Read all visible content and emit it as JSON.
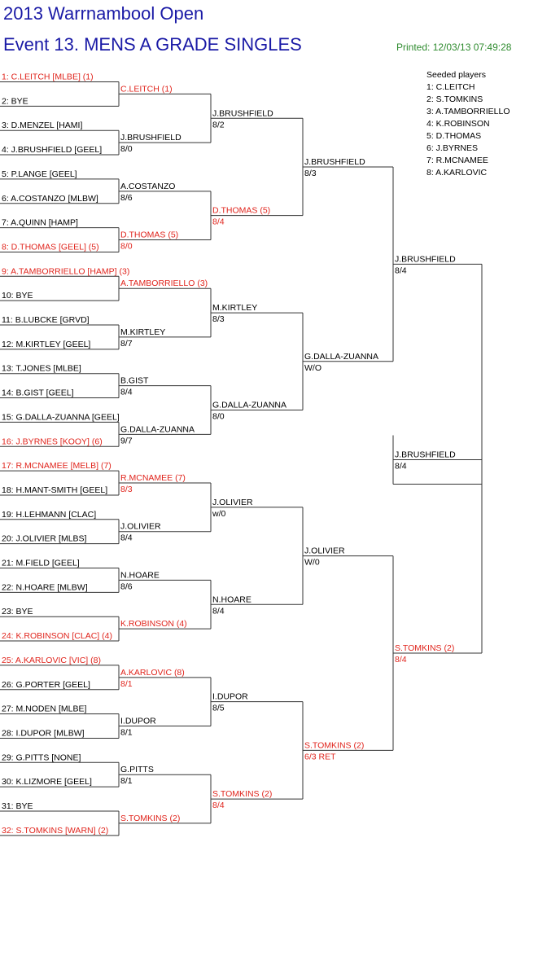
{
  "header": {
    "title": "2013 Warrnambool Open",
    "event": "Event 13. MENS A GRADE SINGLES",
    "printed": "Printed: 12/03/13 07:49:28"
  },
  "seeds": {
    "heading": "Seeded players",
    "list": [
      "1: C.LEITCH",
      "2: S.TOMKINS",
      "3: A.TAMBORRIELLO",
      "4: K.ROBINSON",
      "5: D.THOMAS",
      "6: J.BYRNES",
      "7: R.MCNAMEE",
      "8: A.KARLOVIC"
    ]
  },
  "colors": {
    "seeded": "#e0241c",
    "normal": "#000000",
    "title": "#1a1aa6",
    "printed": "#2e8b2e"
  },
  "rounds": [
    [
      {
        "name": "1: C.LEITCH [MLBE] (1)",
        "red": true
      },
      {
        "name": "2: BYE",
        "red": false
      },
      {
        "name": "3: D.MENZEL [HAMI]",
        "red": false
      },
      {
        "name": "4: J.BRUSHFIELD [GEEL]",
        "red": false
      },
      {
        "name": "5: P.LANGE [GEEL]",
        "red": false
      },
      {
        "name": "6: A.COSTANZO [MLBW]",
        "red": false
      },
      {
        "name": "7: A.QUINN [HAMP]",
        "red": false
      },
      {
        "name": "8: D.THOMAS [GEEL] (5)",
        "red": true
      },
      {
        "name": "9: A.TAMBORRIELLO [HAMP] (3)",
        "red": true
      },
      {
        "name": "10: BYE",
        "red": false
      },
      {
        "name": "11: B.LUBCKE [GRVD]",
        "red": false
      },
      {
        "name": "12: M.KIRTLEY [GEEL]",
        "red": false
      },
      {
        "name": "13: T.JONES [MLBE]",
        "red": false
      },
      {
        "name": "14: B.GIST [GEEL]",
        "red": false
      },
      {
        "name": "15: G.DALLA-ZUANNA [GEEL]",
        "red": false
      },
      {
        "name": "16: J.BYRNES [KOOY] (6)",
        "red": true
      },
      {
        "name": "17: R.MCNAMEE [MELB] (7)",
        "red": true
      },
      {
        "name": "18: H.MANT-SMITH [GEEL]",
        "red": false
      },
      {
        "name": "19: H.LEHMANN [CLAC]",
        "red": false
      },
      {
        "name": "20: J.OLIVIER [MLBS]",
        "red": false
      },
      {
        "name": "21: M.FIELD [GEEL]",
        "red": false
      },
      {
        "name": "22: N.HOARE [MLBW]",
        "red": false
      },
      {
        "name": "23: BYE",
        "red": false
      },
      {
        "name": "24: K.ROBINSON [CLAC] (4)",
        "red": true
      },
      {
        "name": "25: A.KARLOVIC [VIC] (8)",
        "red": true
      },
      {
        "name": "26: G.PORTER [GEEL]",
        "red": false
      },
      {
        "name": "27: M.NODEN [MLBE]",
        "red": false
      },
      {
        "name": "28: I.DUPOR [MLBW]",
        "red": false
      },
      {
        "name": "29: G.PITTS [NONE]",
        "red": false
      },
      {
        "name": "30: K.LIZMORE [GEEL]",
        "red": false
      },
      {
        "name": "31: BYE",
        "red": false
      },
      {
        "name": "32: S.TOMKINS [WARN] (2)",
        "red": true
      }
    ],
    [
      {
        "name": "C.LEITCH (1)",
        "score": "",
        "red": true
      },
      {
        "name": "J.BRUSHFIELD",
        "score": "8/0",
        "red": false
      },
      {
        "name": "A.COSTANZO",
        "score": "8/6",
        "red": false
      },
      {
        "name": "D.THOMAS (5)",
        "score": "8/0",
        "red": true
      },
      {
        "name": "A.TAMBORRIELLO (3)",
        "score": "",
        "red": true
      },
      {
        "name": "M.KIRTLEY",
        "score": "8/7",
        "red": false
      },
      {
        "name": "B.GIST",
        "score": "8/4",
        "red": false
      },
      {
        "name": "G.DALLA-ZUANNA",
        "score": "9/7",
        "red": false
      },
      {
        "name": "R.MCNAMEE (7)",
        "score": "8/3",
        "red": true
      },
      {
        "name": "J.OLIVIER",
        "score": "8/4",
        "red": false
      },
      {
        "name": "N.HOARE",
        "score": "8/6",
        "red": false
      },
      {
        "name": "K.ROBINSON (4)",
        "score": "",
        "red": true
      },
      {
        "name": "A.KARLOVIC (8)",
        "score": "8/1",
        "red": true
      },
      {
        "name": "I.DUPOR",
        "score": "8/1",
        "red": false
      },
      {
        "name": "G.PITTS",
        "score": "8/1",
        "red": false
      },
      {
        "name": "S.TOMKINS (2)",
        "score": "",
        "red": true
      }
    ],
    [
      {
        "name": "J.BRUSHFIELD",
        "score": "8/2",
        "red": false
      },
      {
        "name": "D.THOMAS (5)",
        "score": "8/4",
        "red": true
      },
      {
        "name": "M.KIRTLEY",
        "score": "8/3",
        "red": false
      },
      {
        "name": "G.DALLA-ZUANNA",
        "score": "8/0",
        "red": false
      },
      {
        "name": "J.OLIVIER",
        "score": "w/0",
        "red": false
      },
      {
        "name": "N.HOARE",
        "score": "8/4",
        "red": false
      },
      {
        "name": "I.DUPOR",
        "score": "8/5",
        "red": false
      },
      {
        "name": "S.TOMKINS (2)",
        "score": "8/4",
        "red": true
      }
    ],
    [
      {
        "name": "J.BRUSHFIELD",
        "score": "8/3",
        "red": false
      },
      {
        "name": "G.DALLA-ZUANNA",
        "score": "W/O",
        "red": false
      },
      {
        "name": "J.OLIVIER",
        "score": "W/0",
        "red": false
      },
      {
        "name": "S.TOMKINS (2)",
        "score": "6/3 RET",
        "red": true
      }
    ],
    [
      {
        "name": "J.BRUSHFIELD",
        "score": "8/4",
        "red": false
      },
      {
        "name": "S.TOMKINS (2)",
        "score": "8/4",
        "red": true
      }
    ],
    [
      {
        "name": "J.BRUSHFIELD",
        "score": "8/4",
        "red": false
      }
    ]
  ]
}
